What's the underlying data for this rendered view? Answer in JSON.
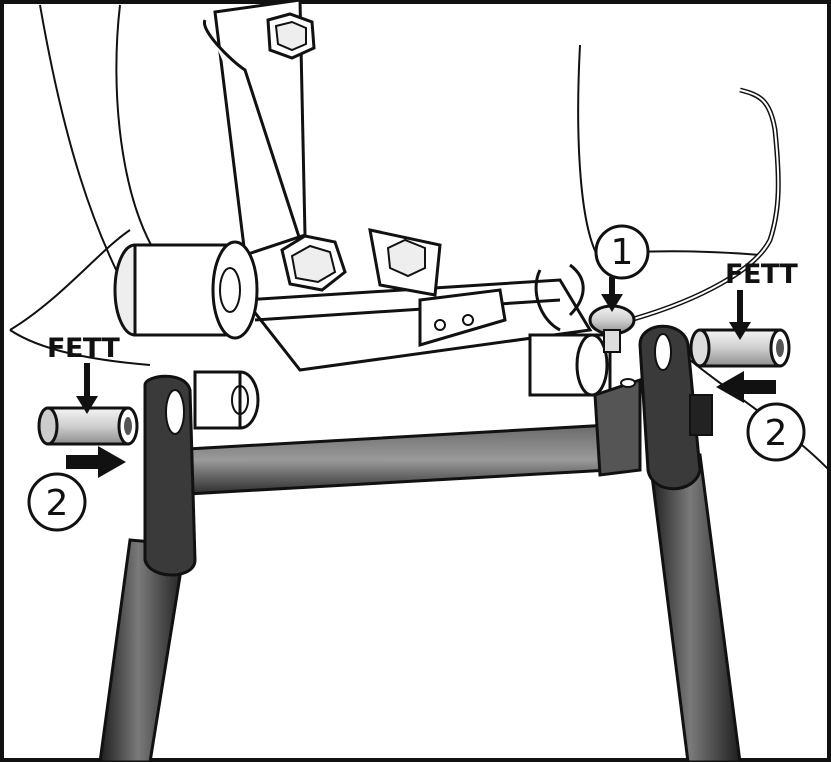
{
  "labels": {
    "fett_left": "FETT",
    "fett_right": "FETT",
    "step1": "1",
    "step2_left": "2",
    "step2_right": "2"
  },
  "colors": {
    "line": "#111111",
    "frame_dark": "#3a3a3a",
    "frame_mid": "#6f6f6f",
    "bushing_light": "#d8d8d8",
    "background": "#ffffff"
  },
  "icons": {
    "step_badge": "circled-number",
    "direction": "arrow"
  }
}
